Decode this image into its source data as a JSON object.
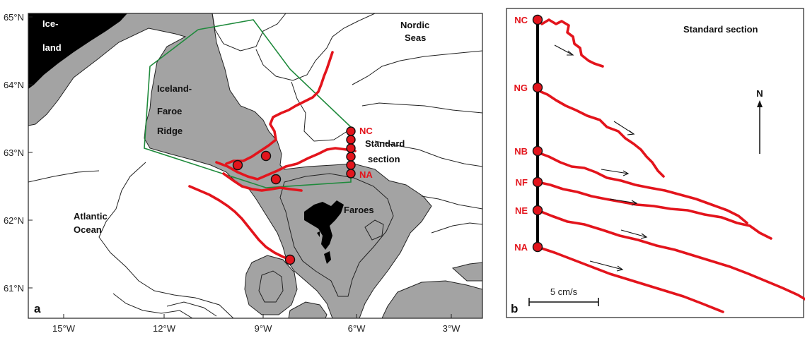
{
  "map": {
    "panel_label": "a",
    "lat_ticks": [
      "65°N",
      "64°N",
      "63°N",
      "62°N",
      "61°N"
    ],
    "lon_ticks": [
      "15°W",
      "12°W",
      "9°W",
      "6°W",
      "3°W"
    ],
    "labels": {
      "iceland_line1": "Ice-",
      "iceland_line2": "land",
      "nordic_line1": "Nordic",
      "nordic_line2": "Seas",
      "ridge_line1": "Iceland-",
      "ridge_line2": "Faroe",
      "ridge_line3": "Ridge",
      "section_line1": "Standard",
      "section_line2": "section",
      "atlantic_line1": "Atlantic",
      "atlantic_line2": "Ocean",
      "faroes": "Faroes",
      "nc": "NC",
      "na": "NA"
    },
    "colors": {
      "land": "#000000",
      "shelf": "#a3a3a3",
      "track": "#e3141c",
      "polygon": "#1f8a3c"
    }
  },
  "section": {
    "panel_label": "b",
    "title": "Standard section",
    "north": "N",
    "scale": "5 cm/s",
    "stations": [
      "NC",
      "NG",
      "NB",
      "NF",
      "NE",
      "NA"
    ]
  }
}
